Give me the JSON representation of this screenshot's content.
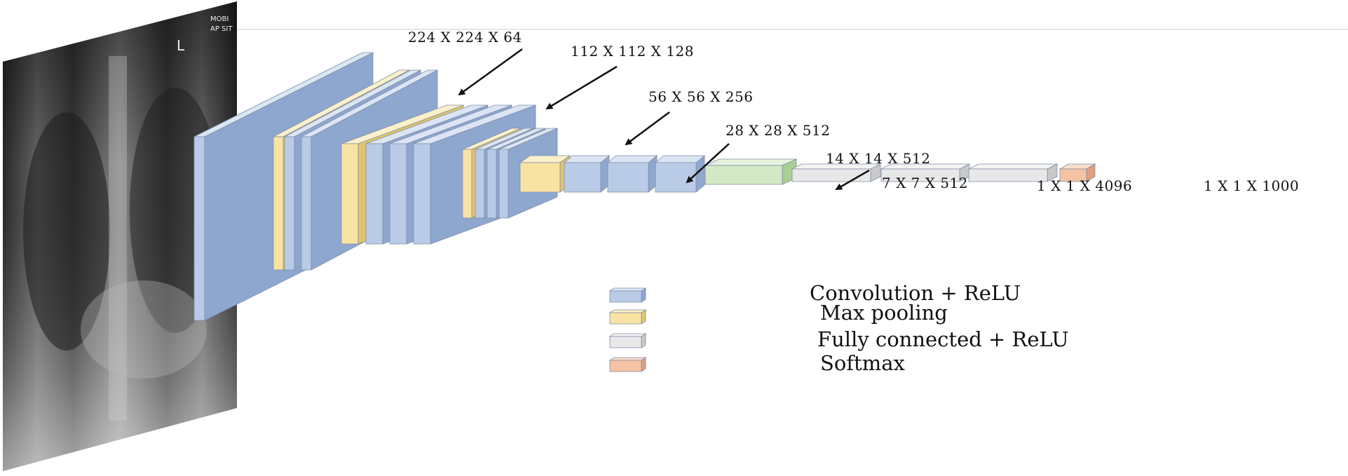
{
  "xray": {
    "marker_letter": "L",
    "corner_text_1": "MOBI",
    "corner_text_2": "AP SIT"
  },
  "dimensions": [
    "224 X 224 X 64",
    "112 X 112 X 128",
    "56 X 56 X 256",
    "28 X 28 X 512",
    "14 X 14 X 512",
    "7 X 7 X 512",
    "1 X 1 X 4096",
    "1 X 1 X 1000"
  ],
  "legend": [
    {
      "label": "Convolution + ReLU",
      "type": "conv"
    },
    {
      "label": "Max pooling",
      "type": "pool"
    },
    {
      "label": "Fully connected + ReLU",
      "type": "fc"
    },
    {
      "label": "Softmax",
      "type": "softmax"
    }
  ],
  "colors": {
    "conv_front": "#b9cbe6",
    "conv_side": "#8ea7cf",
    "conv_top": "#dbe5f4",
    "pool_front": "#f8e3a2",
    "pool_side": "#e1c56e",
    "fc_front": "#e8e8e8",
    "fc_side": "#c9c9c9",
    "dense_front": "#d4e8c6",
    "dense_side": "#a9cf93",
    "softmax_front": "#f5c2a3",
    "softmax_side": "#dea080"
  }
}
